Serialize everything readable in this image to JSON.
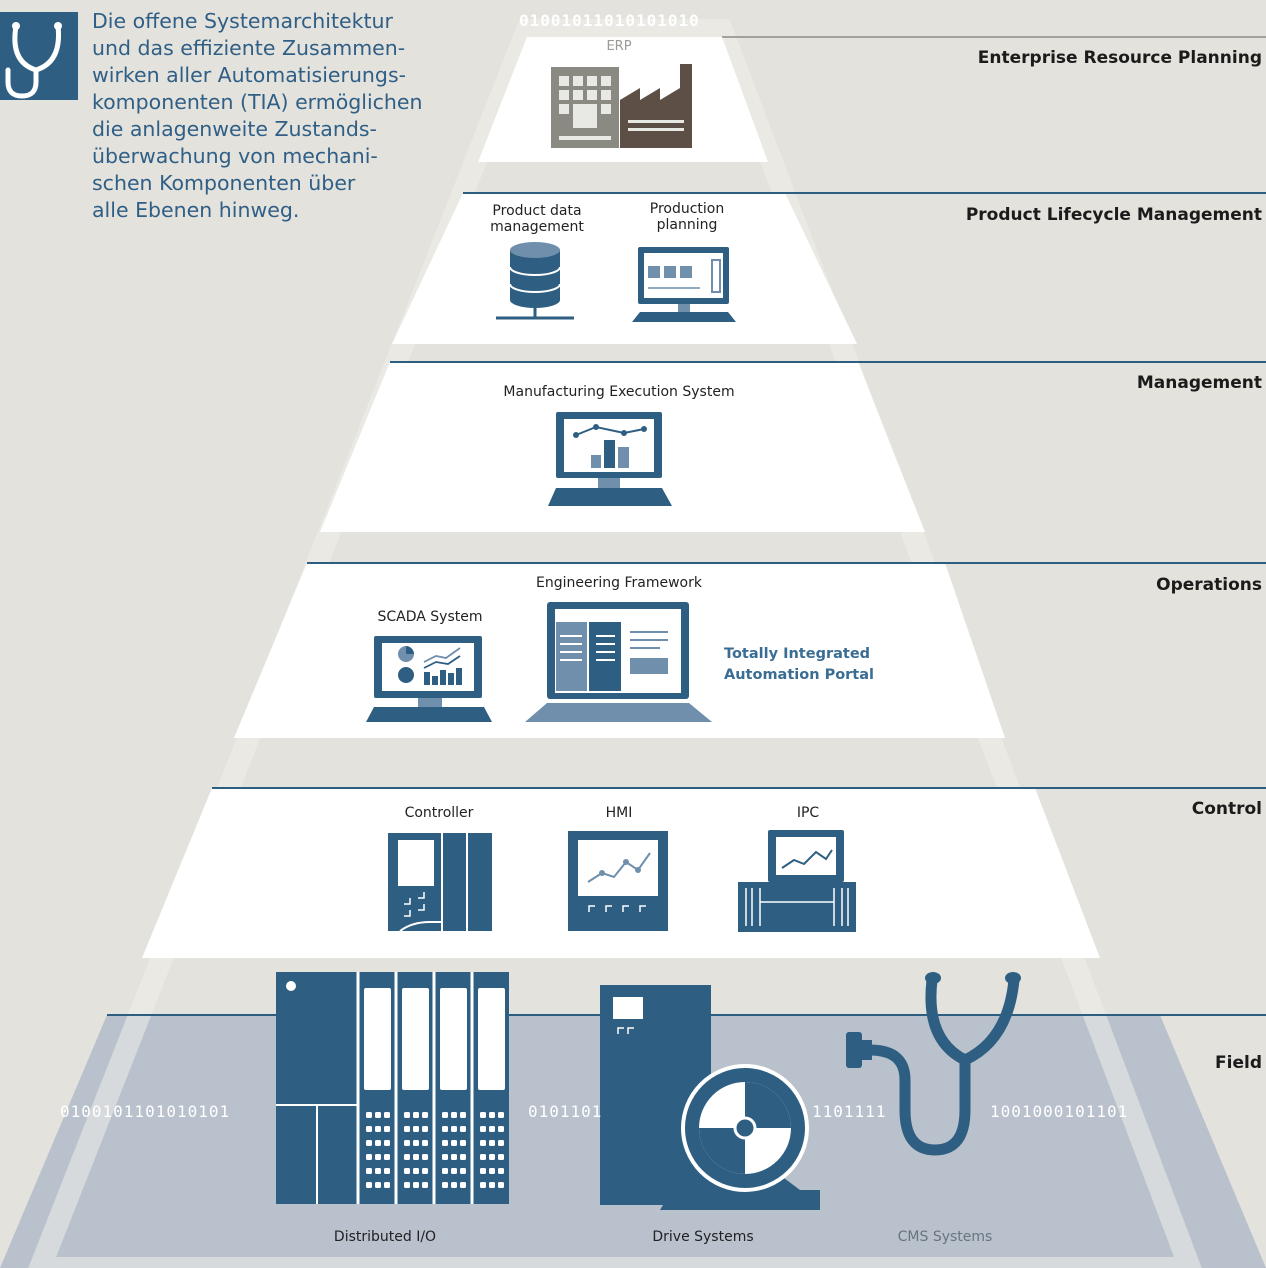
{
  "intro": {
    "text": "Die offene Systemarchitektur\nund das effiziente Zusammen-\nwirken aller Automatisierungs-\nkomponenten (TIA) ermöglichen\ndie anlagenweite Zustands-\nüberwachung von mechani-\nschen Komponenten über\nalle Ebenen hinweg.",
    "icon": "stethoscope-icon"
  },
  "binary": {
    "top": "01001011010101010",
    "field_left": "0100101101010101",
    "field_mid1": "0101101",
    "field_mid2": "1101111",
    "field_right": "1001000101101"
  },
  "levels": [
    {
      "label": "Enterprise Resource Planning"
    },
    {
      "label": "Product Lifecycle Management"
    },
    {
      "label": "Management"
    },
    {
      "label": "Operations"
    },
    {
      "label": "Control"
    },
    {
      "label": "Field"
    }
  ],
  "erp": {
    "caption": "ERP",
    "icon": "factory-icon"
  },
  "plm": {
    "pdm_label": "Product data\nmanagement",
    "pdm_icon": "database-icon",
    "planning_label": "Production\nplanning",
    "planning_icon": "planning-monitor-icon"
  },
  "management": {
    "mes_label": "Manufacturing Execution System",
    "mes_icon": "chart-monitor-icon"
  },
  "operations": {
    "scada_label": "SCADA System",
    "scada_icon": "scada-monitor-icon",
    "eng_label": "Engineering Framework",
    "eng_icon": "laptop-icon",
    "portal": "Totally Integrated\nAutomation Portal"
  },
  "control": {
    "controller_label": "Controller",
    "hmi_label": "HMI",
    "ipc_label": "IPC"
  },
  "field": {
    "io_label": "Distributed I/O",
    "drive_label": "Drive Systems",
    "cms_label": "CMS Systems"
  },
  "colors": {
    "icon_blue": "#235a7f",
    "light_blue": "#6f8fac",
    "field_bg": "#b7bfca",
    "line": "#2c5e82",
    "pyramid_white": "#ffffff",
    "factory_gray": "#8b8a82",
    "factory_dark": "#5d4e46"
  }
}
